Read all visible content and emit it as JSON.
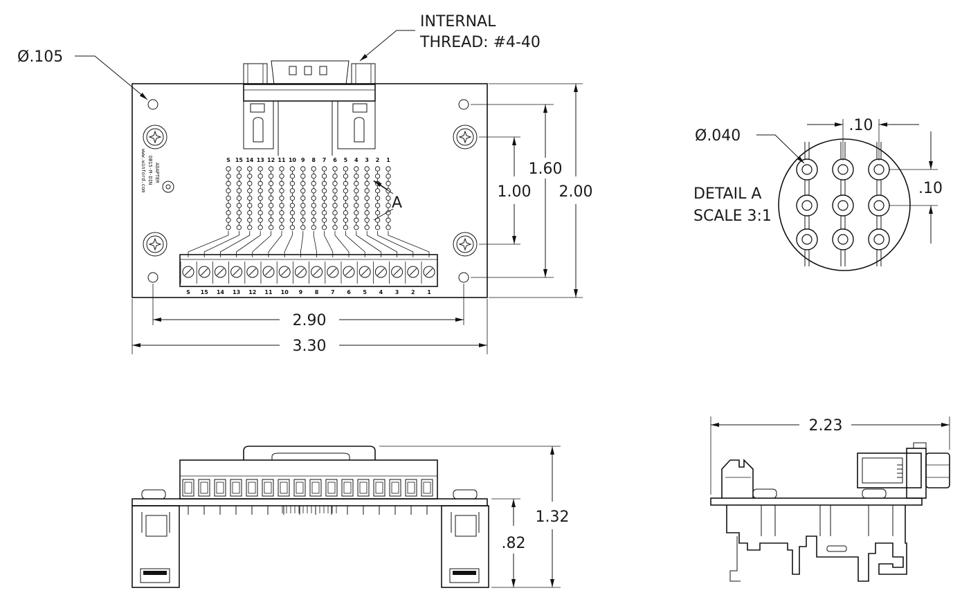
{
  "top_view": {
    "hole_dia": "Ø.105",
    "thread_line1": "INTERNAL",
    "thread_line2": "THREAD: #4-40",
    "dim_inner_width": "2.90",
    "dim_outer_width": "3.30",
    "dim_hole_pitch": "1.60",
    "dim_screw_pitch": "1.00",
    "dim_height": "2.00",
    "detail_callout": "A",
    "header_labels": [
      "S",
      "15",
      "14",
      "13",
      "12",
      "11",
      "10",
      "9",
      "8",
      "7",
      "6",
      "5",
      "4",
      "3",
      "2",
      "1"
    ],
    "terminal_labels": [
      "S",
      "15",
      "14",
      "13",
      "12",
      "11",
      "10",
      "9",
      "8",
      "7",
      "6",
      "5",
      "4",
      "3",
      "2",
      "1"
    ],
    "pcb_text_1": "www.winford.com",
    "pcb_text_2": "DB15-M-DIN",
    "pcb_text_3": "ADAPTER"
  },
  "detail_view": {
    "hole_dia": "Ø.040",
    "pitch_x": ".10",
    "pitch_y": ".10",
    "title_line1": "DETAIL A",
    "title_line2": "SCALE 3:1"
  },
  "front_view": {
    "dim_total_height": "1.32",
    "dim_rail_height": ".82"
  },
  "side_view": {
    "dim_depth": "2.23"
  }
}
